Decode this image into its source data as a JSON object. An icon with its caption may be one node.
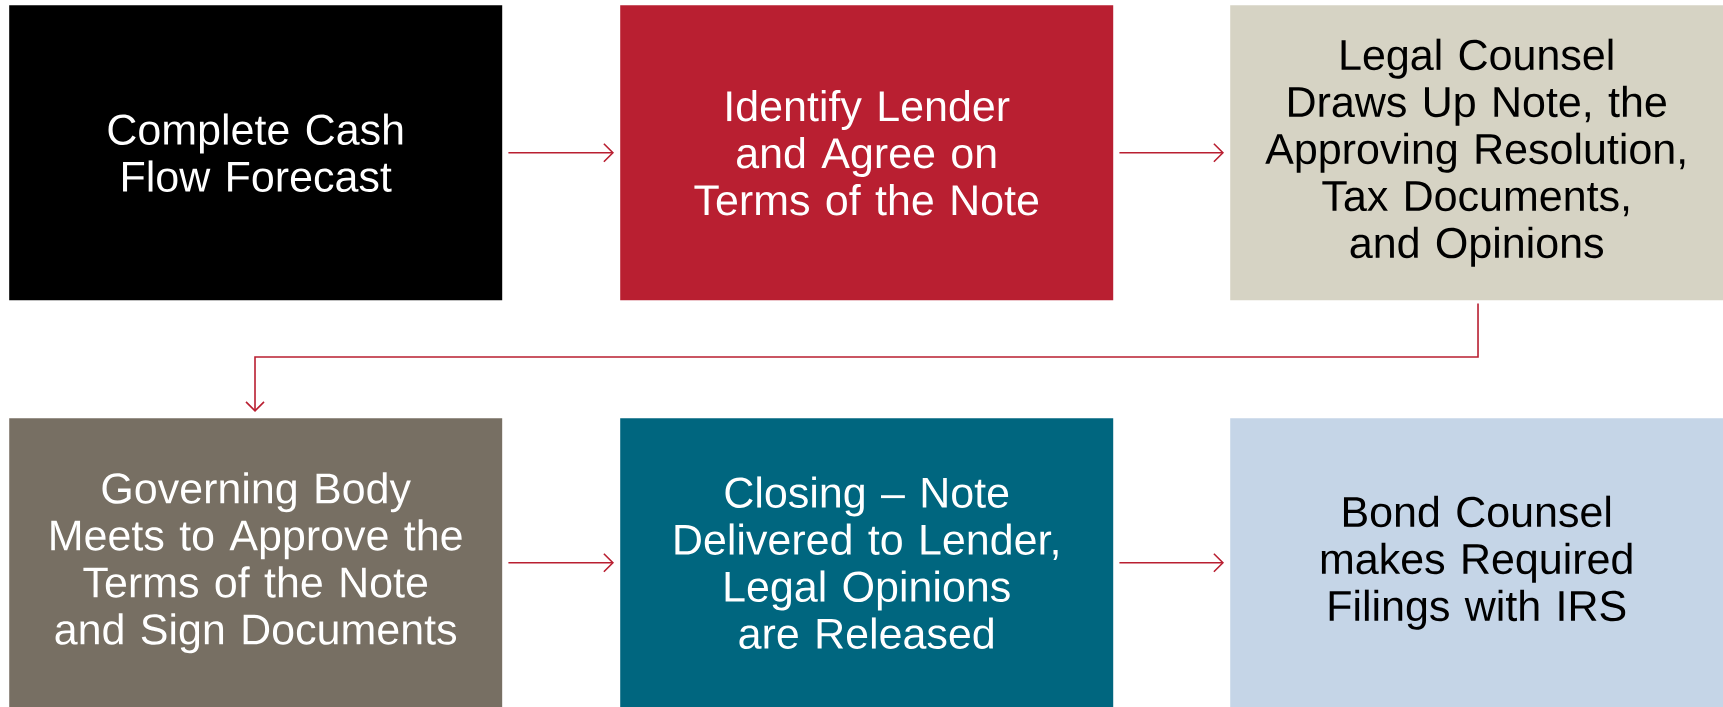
{
  "diagram": {
    "nodes": [
      {
        "text": [
          "Complete Cash Flow Forecast"
        ]
      },
      {
        "text": [
          "Identify Lender and Agree on Terms of the Note"
        ]
      },
      {
        "text": [
          "Legal Counsel Draws Up Note, the Approving Resolution, Tax Documents, and Opinions"
        ]
      },
      {
        "text": [
          "Governing Body Meets to Approve the Terms of the Note and Sign Documents"
        ]
      },
      {
        "text": [
          "Closing – Note Delivered to Lender, Legal Opinions are Released"
        ]
      },
      {
        "text": [
          "Bond Counsel makes Required Filings with IRS"
        ]
      }
    ],
    "edges": [
      {
        "from": 0,
        "to": 1,
        "arrow": "to"
      },
      {
        "from": 1,
        "to": 2,
        "arrow": "to"
      },
      {
        "from": 2,
        "to": 3,
        "arrow": "to"
      },
      {
        "from": 3,
        "to": 4,
        "arrow": "to"
      },
      {
        "from": 4,
        "to": 5,
        "arrow": "to"
      }
    ]
  }
}
